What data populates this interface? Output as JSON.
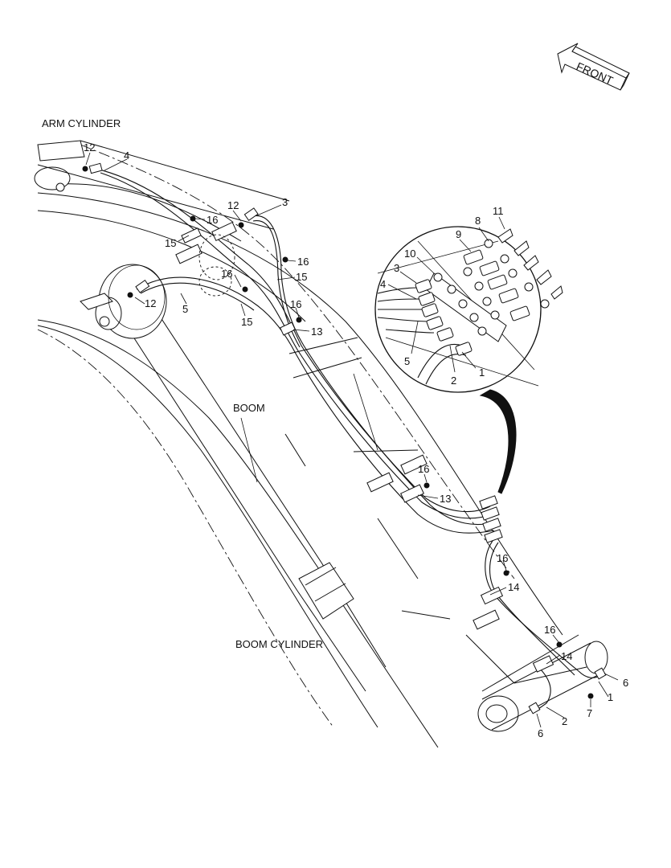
{
  "labels": {
    "arm_cylinder": "ARM CYLINDER",
    "boom": "BOOM",
    "boom_cylinder": "BOOM CYLINDER",
    "front": "FRONT"
  },
  "callouts": {
    "c1a": "1",
    "c1b": "1",
    "c2a": "2",
    "c2b": "2",
    "c3a": "3",
    "c3b": "3",
    "c4a": "4",
    "c4b": "4",
    "c5a": "5",
    "c5b": "5",
    "c6a": "6",
    "c6b": "6",
    "c7": "7",
    "c8": "8",
    "c9": "9",
    "c10": "10",
    "c11": "11",
    "c12a": "12",
    "c12b": "12",
    "c12c": "12",
    "c13a": "13",
    "c13b": "13",
    "c14a": "14",
    "c14b": "14",
    "c15a": "15",
    "c15b": "15",
    "c15c": "15",
    "c16a": "16",
    "c16b": "16",
    "c16c": "16",
    "c16d": "16",
    "c16e": "16",
    "c16f": "16",
    "c16g": "16"
  }
}
